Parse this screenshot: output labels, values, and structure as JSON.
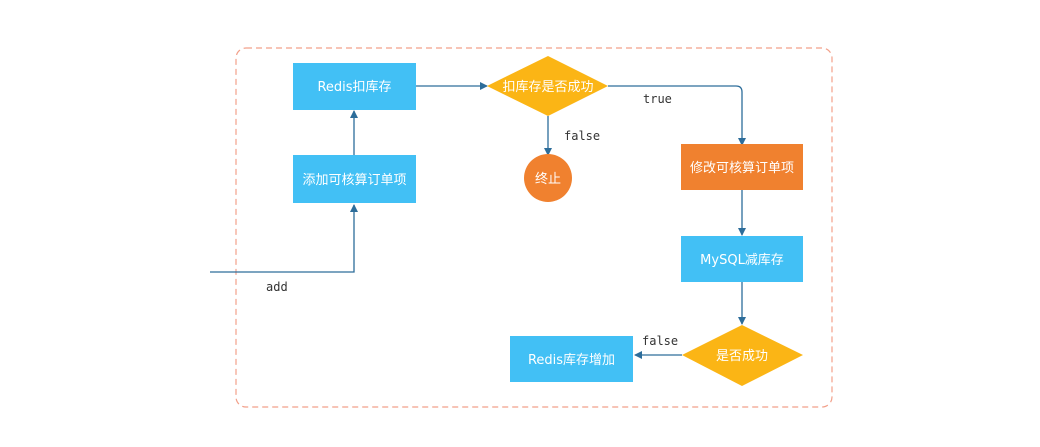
{
  "diagram": {
    "colors": {
      "blue_box": "#42c0f5",
      "orange_box": "#f0812f",
      "decision": "#fbb515",
      "edge": "#2d6d9a",
      "frame": "#f2a08a"
    },
    "nodes": {
      "redis_deduct": "Redis扣库存",
      "add_item": "添加可核算订单项",
      "deduct_success": "扣库存是否成功",
      "end": "终止",
      "modify_item": "修改可核算订单项",
      "mysql_reduce": "MySQL减库存",
      "is_success": "是否成功",
      "redis_increase": "Redis库存增加"
    },
    "edges": {
      "add": "add",
      "true_label": "true",
      "false_top": "false",
      "false_bottom": "false"
    }
  }
}
